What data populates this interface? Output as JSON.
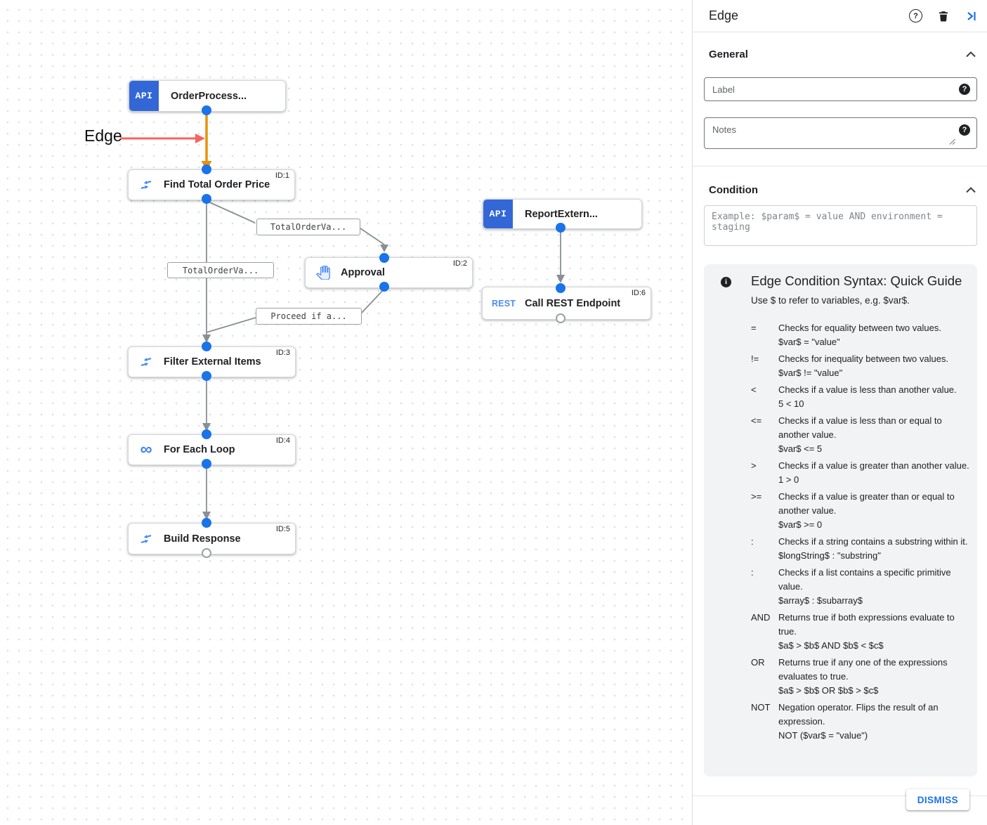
{
  "canvas": {
    "annotation": {
      "label": "Edge"
    },
    "nodes": [
      {
        "label": "OrderProcess...",
        "badge": "API"
      },
      {
        "label": "Find Total Order Price",
        "id": "ID:1"
      },
      {
        "label": "Approval",
        "id": "ID:2"
      },
      {
        "label": "ReportExtern...",
        "badge": "API"
      },
      {
        "label": "Call REST Endpoint",
        "id": "ID:6",
        "badge": "REST"
      },
      {
        "label": "Filter External Items",
        "id": "ID:3"
      },
      {
        "label": "For Each Loop",
        "id": "ID:4"
      },
      {
        "label": "Build Response",
        "id": "ID:5"
      }
    ],
    "edge_labels": [
      "TotalOrderVa...",
      "TotalOrderVa...",
      "Proceed if a..."
    ]
  },
  "panel": {
    "title": "Edge",
    "general": {
      "heading": "General",
      "label_placeholder": "Label",
      "notes_placeholder": "Notes"
    },
    "condition": {
      "heading": "Condition",
      "placeholder": "Example: $param$ = value AND environment = staging"
    },
    "guide": {
      "title": "Edge Condition Syntax: Quick Guide",
      "intro": "Use $ to refer to variables, e.g. $var$.",
      "items": [
        {
          "op": "=",
          "desc": "Checks for equality between two values.",
          "example": "$var$ = \"value\""
        },
        {
          "op": "!=",
          "desc": "Checks for inequality between two values.",
          "example": "$var$ != \"value\""
        },
        {
          "op": "<",
          "desc": "Checks if a value is less than another value.",
          "example": "5 < 10"
        },
        {
          "op": "<=",
          "desc": "Checks if a value is less than or equal to another value.",
          "example": "$var$ <= 5"
        },
        {
          "op": ">",
          "desc": "Checks if a value is greater than another value.",
          "example": "1 > 0"
        },
        {
          "op": ">=",
          "desc": "Checks if a value is greater than or equal to another value.",
          "example": "$var$ >= 0"
        },
        {
          "op": ":",
          "desc": "Checks if a string contains a substring within it.",
          "example": "$longString$ : \"substring\""
        },
        {
          "op": ":",
          "desc": "Checks if a list contains a specific primitive value.",
          "example": "$array$ : $subarray$"
        },
        {
          "op": "AND",
          "desc": "Returns true if both expressions evaluate to true.",
          "example": "$a$ > $b$ AND $b$ < $c$"
        },
        {
          "op": "OR",
          "desc": "Returns true if any one of the expressions evaluates to true.",
          "example": "$a$ > $b$ OR $b$ > $c$"
        },
        {
          "op": "NOT",
          "desc": "Negation operator. Flips the result of an expression.",
          "example": "NOT ($var$ = \"value\")"
        }
      ]
    },
    "dismiss_label": "DISMISS"
  },
  "colors": {
    "accent_blue": "#1a73e8",
    "selected_edge_orange": "#e8910a",
    "annotation_arrow_red": "#f4665f",
    "trigger_badge_blue": "#3367d6",
    "edge_gray": "#8a8f95",
    "guide_background": "#f1f3f4"
  }
}
